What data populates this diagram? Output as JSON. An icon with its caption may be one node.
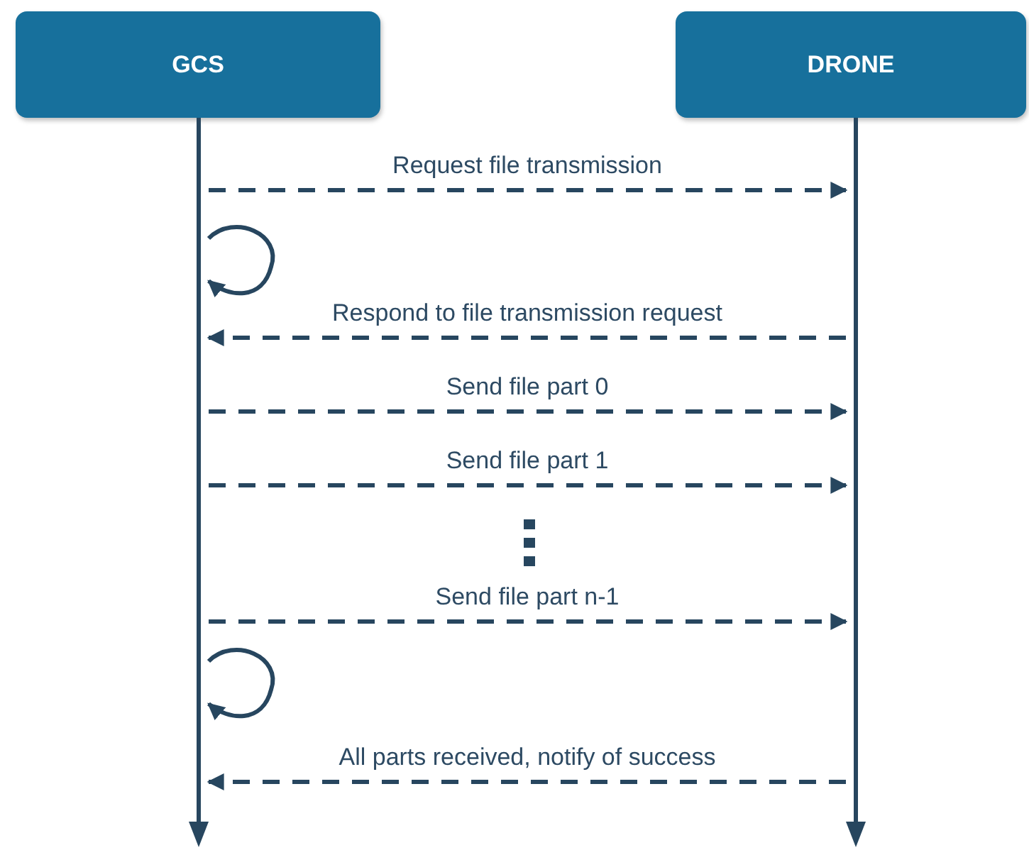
{
  "diagram": {
    "nodes": [
      {
        "text": [
          "GCS"
        ]
      },
      {
        "text": [
          "DRONE"
        ]
      },
      {
        "text": [],
        "shape": "bar"
      },
      {
        "text": [],
        "shape": "bar"
      }
    ],
    "edges": [
      {
        "from": 2,
        "to": 3,
        "arrow": "to",
        "label": "Request file transmission",
        "style": "dashed"
      },
      {
        "from": 2,
        "to": 2,
        "arrow": "to"
      },
      {
        "from": 3,
        "to": 2,
        "arrow": "to",
        "label": "Respond to file transmission request",
        "style": "dashed"
      },
      {
        "from": 2,
        "to": 3,
        "arrow": "to",
        "label": "Send file part 0",
        "style": "dashed"
      },
      {
        "from": 2,
        "to": 3,
        "arrow": "to",
        "label": "Send file part 1",
        "style": "dashed"
      },
      {
        "from": 2,
        "to": 3,
        "arrow": "to",
        "label": "Send file part n-1",
        "style": "dashed"
      },
      {
        "from": 2,
        "to": 2,
        "arrow": "to"
      },
      {
        "from": 3,
        "to": 2,
        "arrow": "to",
        "label": "All parts received, notify of success",
        "style": "dashed"
      }
    ]
  }
}
